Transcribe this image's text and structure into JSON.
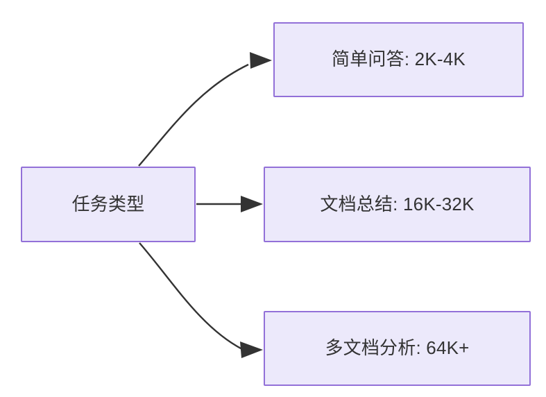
{
  "diagram": {
    "type": "flowchart",
    "direction": "left-to-right",
    "background_color": "#ffffff",
    "node_fill_color": "#ece9fb",
    "node_border_color": "#9270d8",
    "edge_color": "#333333",
    "text_color": "#333333",
    "nodes": [
      {
        "id": "root",
        "label": "任务类型",
        "role": "source"
      },
      {
        "id": "simple-qa",
        "label": "简单问答: 2K-4K",
        "role": "target"
      },
      {
        "id": "doc-summary",
        "label": "文档总结: 16K-32K",
        "role": "target"
      },
      {
        "id": "multi-doc",
        "label": "多文档分析: 64K+",
        "role": "target"
      }
    ],
    "edges": [
      {
        "id": "edge-root-simple-qa",
        "from": "root",
        "to": "simple-qa",
        "label": "",
        "style": "curved-arrow"
      },
      {
        "id": "edge-root-doc-summary",
        "from": "root",
        "to": "doc-summary",
        "label": "",
        "style": "straight-arrow"
      },
      {
        "id": "edge-root-multi-doc",
        "from": "root",
        "to": "multi-doc",
        "label": "",
        "style": "curved-arrow"
      }
    ]
  }
}
